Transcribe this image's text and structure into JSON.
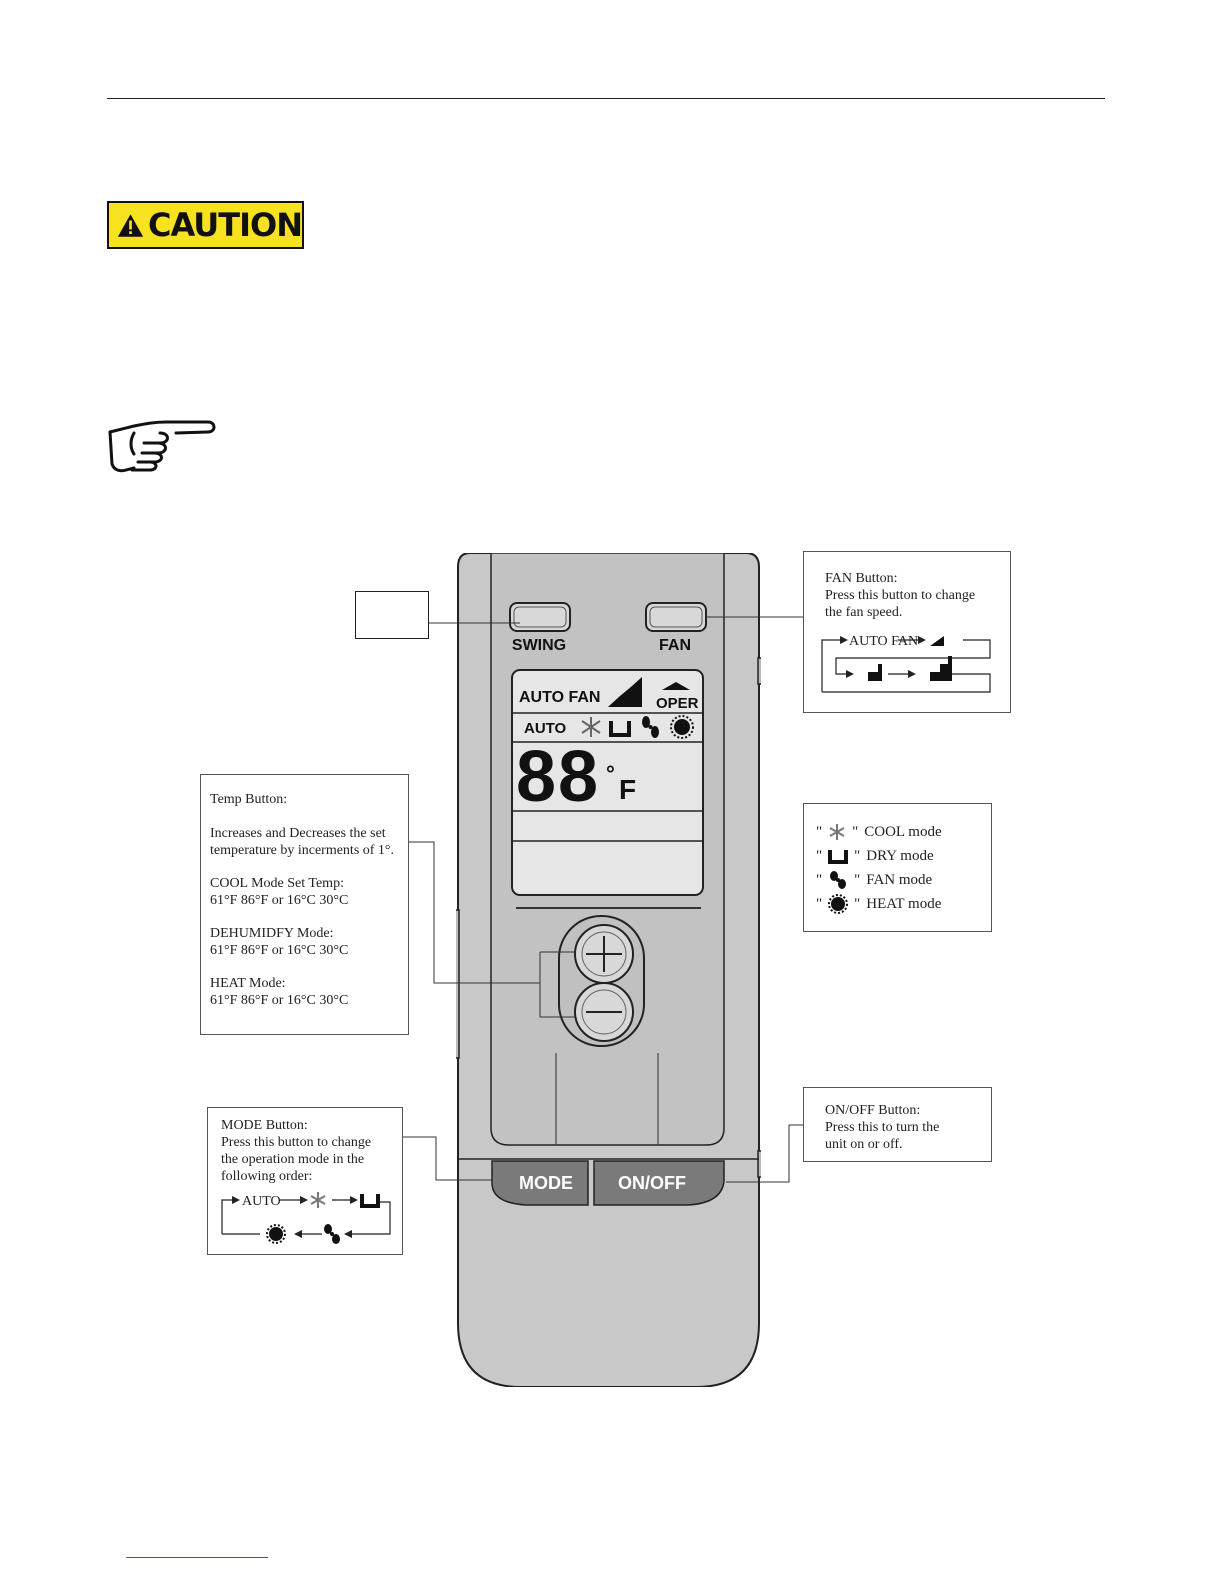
{
  "caution": {
    "label": "CAUTION",
    "icon": "warning-triangle-icon"
  },
  "remote": {
    "swing_label": "SWING",
    "fan_label": "FAN",
    "lcd_autofan": "AUTO FAN",
    "lcd_oper": "OPER",
    "lcd_auto": "AUTO",
    "lcd_digits": "88",
    "lcd_degree": "°",
    "lcd_unit": "F",
    "plus_symbol": "+",
    "minus_symbol": "−",
    "mode_label": "MODE",
    "onoff_label": "ON/OFF"
  },
  "fan_callout": {
    "title": "FAN Button:",
    "line1": "Press this button to change",
    "line2": "the fan speed.",
    "cycle_start": "AUTO FAN"
  },
  "temp_callout": {
    "title": "Temp Button:",
    "desc1": "Increases and Decreases the set",
    "desc2": "temperature by incerments of 1°.",
    "cool_title": "COOL Mode Set Temp:",
    "cool_range": "61°F 86°F or 16°C 30°C",
    "dehum_title": "DEHUMIDFY Mode:",
    "dehum_range": "61°F 86°F or 16°C 30°C",
    "heat_title": "HEAT Mode:",
    "heat_range": "61°F 86°F or 16°C 30°C"
  },
  "modes_callout": {
    "cool": "COOL mode",
    "dry": "DRY mode",
    "fan": "FAN mode",
    "heat": "HEAT mode"
  },
  "mode_callout": {
    "title": "MODE Button:",
    "line1": "Press this button to change",
    "line2": "the operation mode in the",
    "line3": "following order:",
    "cycle_start": "AUTO"
  },
  "onoff_callout": {
    "title": "ON/OFF Button:",
    "line1": "Press this to turn the",
    "line2": "unit on or off."
  }
}
